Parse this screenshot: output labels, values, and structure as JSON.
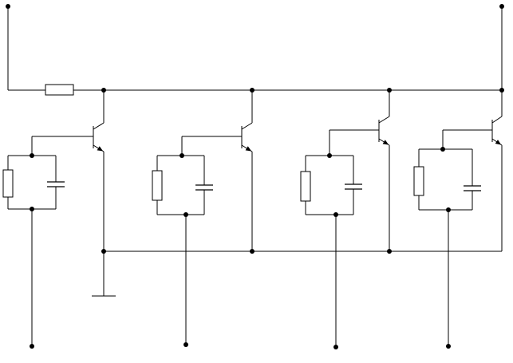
{
  "diagram": {
    "type": "circuit-schematic",
    "stages": [
      {
        "id": "stage-1",
        "parts": [
          "resistor",
          "capacitor",
          "npn-transistor"
        ]
      },
      {
        "id": "stage-2",
        "parts": [
          "resistor",
          "capacitor",
          "npn-transistor"
        ]
      },
      {
        "id": "stage-3",
        "parts": [
          "resistor",
          "capacitor",
          "npn-transistor"
        ]
      },
      {
        "id": "stage-4",
        "parts": [
          "resistor",
          "capacitor",
          "npn-transistor"
        ]
      }
    ],
    "series_resistor": "resistor",
    "ground_symbol": "ground",
    "terminals": [
      "top-left",
      "top-right",
      "bottom-1",
      "bottom-2",
      "bottom-3",
      "bottom-4"
    ],
    "colors": {
      "line": "#000000",
      "background": "#ffffff"
    }
  }
}
